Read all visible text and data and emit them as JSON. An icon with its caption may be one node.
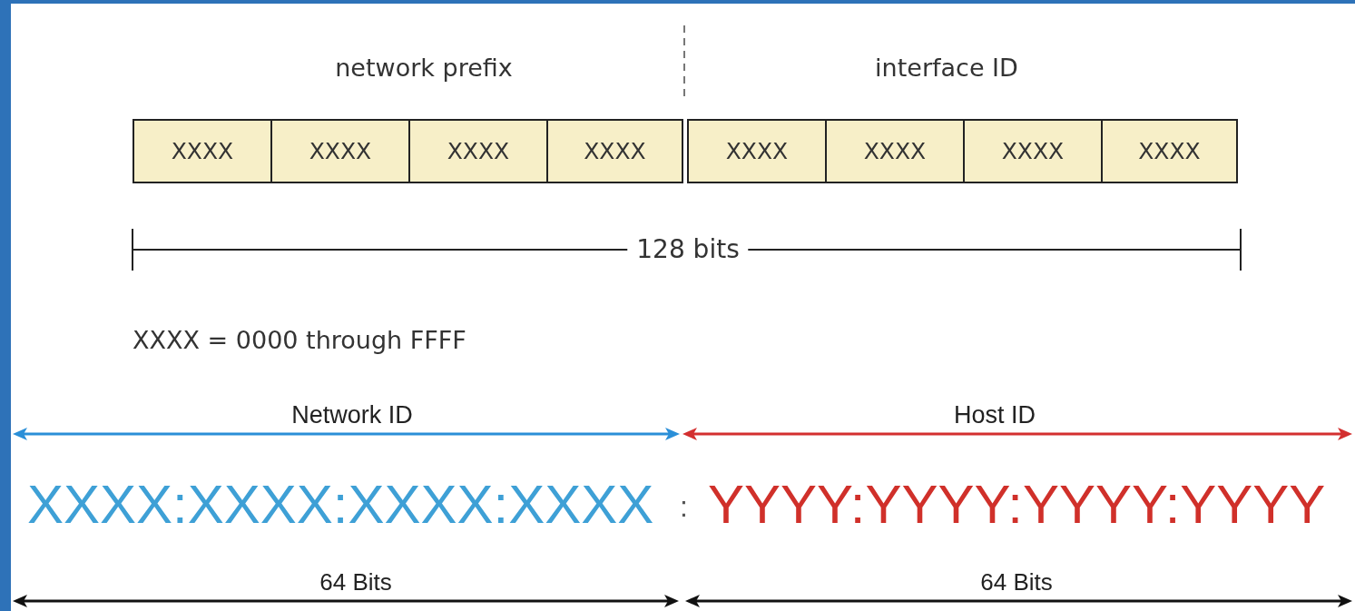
{
  "diagram": {
    "nodes": [
      {
        "text": [
          "XXXX"
        ]
      },
      {
        "text": [
          "XXXX"
        ]
      },
      {
        "text": [
          "XXXX"
        ]
      },
      {
        "text": [
          "XXXX"
        ]
      },
      {
        "text": [
          "XXXX"
        ]
      },
      {
        "text": [
          "XXXX"
        ]
      },
      {
        "text": [
          "XXXX"
        ]
      },
      {
        "text": [
          "XXXX"
        ]
      }
    ],
    "labels": [
      "network prefix",
      "interface ID",
      "128 bits",
      "XXXX = 0000 through FFFF",
      "Network ID",
      "Host ID",
      "XXXX:XXXX:XXXX:XXXX",
      ":",
      "YYYY:YYYY:YYYY:YYYY",
      "64 Bits",
      "64 Bits"
    ]
  }
}
